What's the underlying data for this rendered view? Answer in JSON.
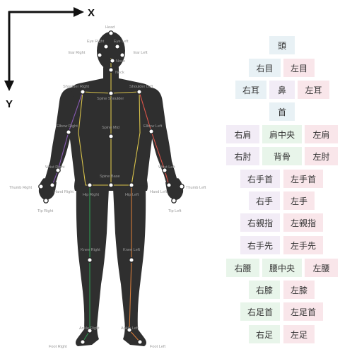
{
  "axes": {
    "x_label": "X",
    "y_label": "Y"
  },
  "colors": {
    "body": "#2f2f2f",
    "spine": "#d8c24a",
    "left_arm": "#e1554a",
    "right_arm": "#8a5bb6",
    "right_leg": "#2f9a52",
    "left_leg": "#d27a3a",
    "tile_blue": "#e8f1f5",
    "tile_green": "#e8f5ea",
    "tile_pink": "#f9e6ea",
    "tile_lilac": "#f2ecf6"
  },
  "joints": [
    {
      "name": "head",
      "label": "Head"
    },
    {
      "name": "eye-right",
      "label": "Eye Right"
    },
    {
      "name": "eye-left",
      "label": "Eye Left"
    },
    {
      "name": "ear-right",
      "label": "Ear Right"
    },
    {
      "name": "ear-left",
      "label": "Ear Left"
    },
    {
      "name": "nose",
      "label": "Nose"
    },
    {
      "name": "neck",
      "label": "Neck"
    },
    {
      "name": "shoulder-right",
      "label": "Shoulder Right"
    },
    {
      "name": "spine-shoulder",
      "label": "Spine Shoulder"
    },
    {
      "name": "shoulder-left",
      "label": "Shoulder Left"
    },
    {
      "name": "elbow-right",
      "label": "Elbow Right"
    },
    {
      "name": "spine-mid",
      "label": "Spine Mid"
    },
    {
      "name": "elbow-left",
      "label": "Elbow Left"
    },
    {
      "name": "wrist-right",
      "label": "Wrist Right"
    },
    {
      "name": "wrist-left",
      "label": "Wrist Left"
    },
    {
      "name": "spine-base",
      "label": "Spine Base"
    },
    {
      "name": "thumb-right",
      "label": "Thumb Right"
    },
    {
      "name": "hand-right",
      "label": "Hand Right"
    },
    {
      "name": "hip-right",
      "label": "Hip Right"
    },
    {
      "name": "hip-left",
      "label": "Hip Left"
    },
    {
      "name": "hand-left",
      "label": "Hand Left"
    },
    {
      "name": "thumb-left",
      "label": "Thumb Left"
    },
    {
      "name": "tip-right",
      "label": "Tip Right"
    },
    {
      "name": "tip-left",
      "label": "Tip Left"
    },
    {
      "name": "knee-right",
      "label": "Knee Right"
    },
    {
      "name": "knee-left",
      "label": "Knee Left"
    },
    {
      "name": "ankle-right",
      "label": "Ankle Right"
    },
    {
      "name": "ankle-left",
      "label": "Ankle Left"
    },
    {
      "name": "foot-right",
      "label": "Foot Right"
    },
    {
      "name": "foot-left",
      "label": "Foot Left"
    }
  ],
  "kanji_tiles": [
    {
      "name": "head",
      "label": "頭",
      "tone": "blue"
    },
    {
      "name": "eye-right",
      "label": "右目",
      "tone": "blue"
    },
    {
      "name": "eye-left",
      "label": "左目",
      "tone": "pink"
    },
    {
      "name": "ear-right",
      "label": "右耳",
      "tone": "blue"
    },
    {
      "name": "nose",
      "label": "鼻",
      "tone": "lilac"
    },
    {
      "name": "ear-left",
      "label": "左耳",
      "tone": "pink"
    },
    {
      "name": "neck",
      "label": "首",
      "tone": "blue"
    },
    {
      "name": "shoulder-right",
      "label": "右肩",
      "tone": "lilac"
    },
    {
      "name": "spine-shoulder",
      "label": "肩中央",
      "tone": "green"
    },
    {
      "name": "shoulder-left",
      "label": "左肩",
      "tone": "pink"
    },
    {
      "name": "elbow-right",
      "label": "右肘",
      "tone": "lilac"
    },
    {
      "name": "spine-mid",
      "label": "背骨",
      "tone": "green"
    },
    {
      "name": "elbow-left",
      "label": "左肘",
      "tone": "pink"
    },
    {
      "name": "wrist-right",
      "label": "右手首",
      "tone": "lilac"
    },
    {
      "name": "wrist-left",
      "label": "左手首",
      "tone": "pink"
    },
    {
      "name": "hand-right",
      "label": "右手",
      "tone": "lilac"
    },
    {
      "name": "hand-left",
      "label": "左手",
      "tone": "pink"
    },
    {
      "name": "thumb-right",
      "label": "右親指",
      "tone": "lilac"
    },
    {
      "name": "thumb-left",
      "label": "左親指",
      "tone": "pink"
    },
    {
      "name": "tip-right",
      "label": "右手先",
      "tone": "lilac"
    },
    {
      "name": "tip-left",
      "label": "左手先",
      "tone": "pink"
    },
    {
      "name": "hip-right",
      "label": "右腰",
      "tone": "green"
    },
    {
      "name": "spine-base",
      "label": "腰中央",
      "tone": "green"
    },
    {
      "name": "hip-left",
      "label": "左腰",
      "tone": "pink"
    },
    {
      "name": "knee-right",
      "label": "右膝",
      "tone": "green"
    },
    {
      "name": "knee-left",
      "label": "左膝",
      "tone": "pink"
    },
    {
      "name": "ankle-right",
      "label": "右足首",
      "tone": "green"
    },
    {
      "name": "ankle-left",
      "label": "左足首",
      "tone": "pink"
    },
    {
      "name": "foot-right",
      "label": "右足",
      "tone": "green"
    },
    {
      "name": "foot-left",
      "label": "左足",
      "tone": "pink"
    }
  ]
}
